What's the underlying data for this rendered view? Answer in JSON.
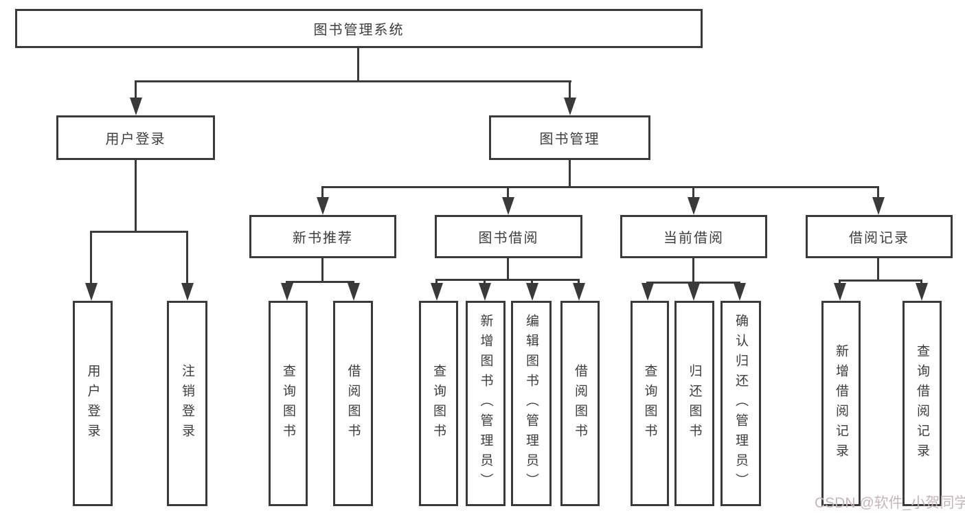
{
  "colors": {
    "line": "#3a3a3a",
    "text": "#3d3d3d",
    "background": "#ffffff",
    "watermark": "#c9b4b9"
  },
  "watermark": {
    "text": "CSDN @软件_小贺同学"
  },
  "diagram": {
    "root": {
      "label": "图书管理系统",
      "children": [
        {
          "label": "用户登录",
          "children": [
            {
              "label": "用户登录"
            },
            {
              "label": "注销登录"
            }
          ]
        },
        {
          "label": "图书管理",
          "children": [
            {
              "label": "新书推荐",
              "children": [
                {
                  "label": "查询图书"
                },
                {
                  "label": "借阅图书"
                }
              ]
            },
            {
              "label": "图书借阅",
              "children": [
                {
                  "label": "查询图书"
                },
                {
                  "label": "新增图书（管理员）"
                },
                {
                  "label": "编辑图书（管理员）"
                },
                {
                  "label": "借阅图书"
                }
              ]
            },
            {
              "label": "当前借阅",
              "children": [
                {
                  "label": "查询图书"
                },
                {
                  "label": "归还图书"
                },
                {
                  "label": "确认归还（管理员）"
                }
              ]
            },
            {
              "label": "借阅记录",
              "children": [
                {
                  "label": "新增借阅记录"
                },
                {
                  "label": "查询借阅记录"
                }
              ]
            }
          ]
        }
      ]
    }
  }
}
